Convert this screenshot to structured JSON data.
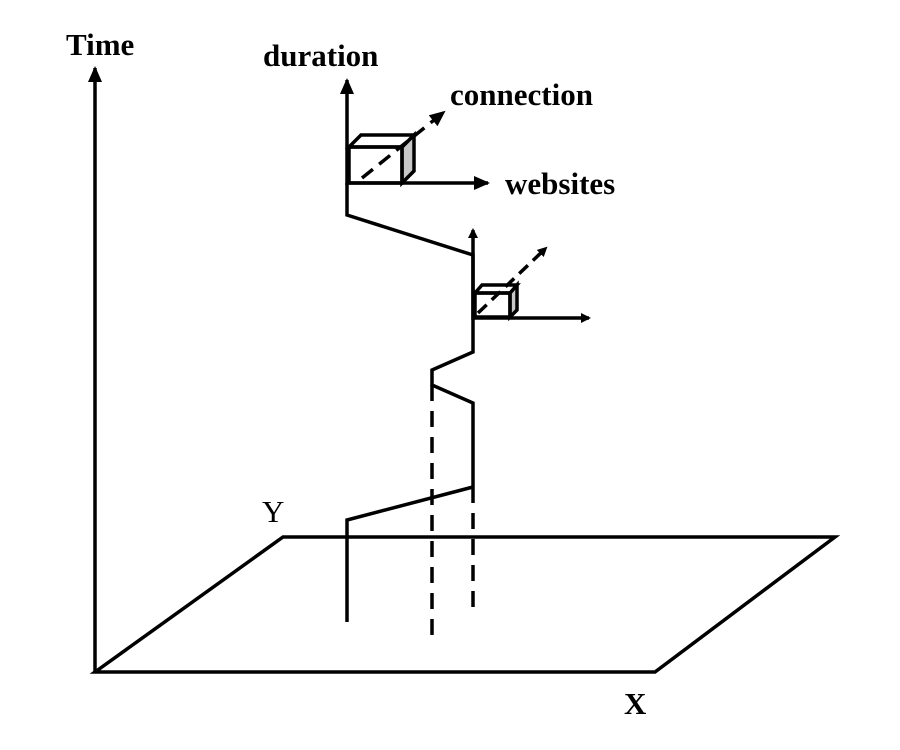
{
  "labels": {
    "time": "Time",
    "x": "X",
    "y": "Y",
    "duration": "duration",
    "connection": "connection",
    "websites": "websites"
  },
  "colors": {
    "stroke": "#000000",
    "cube_side": "#c8c8c8"
  }
}
